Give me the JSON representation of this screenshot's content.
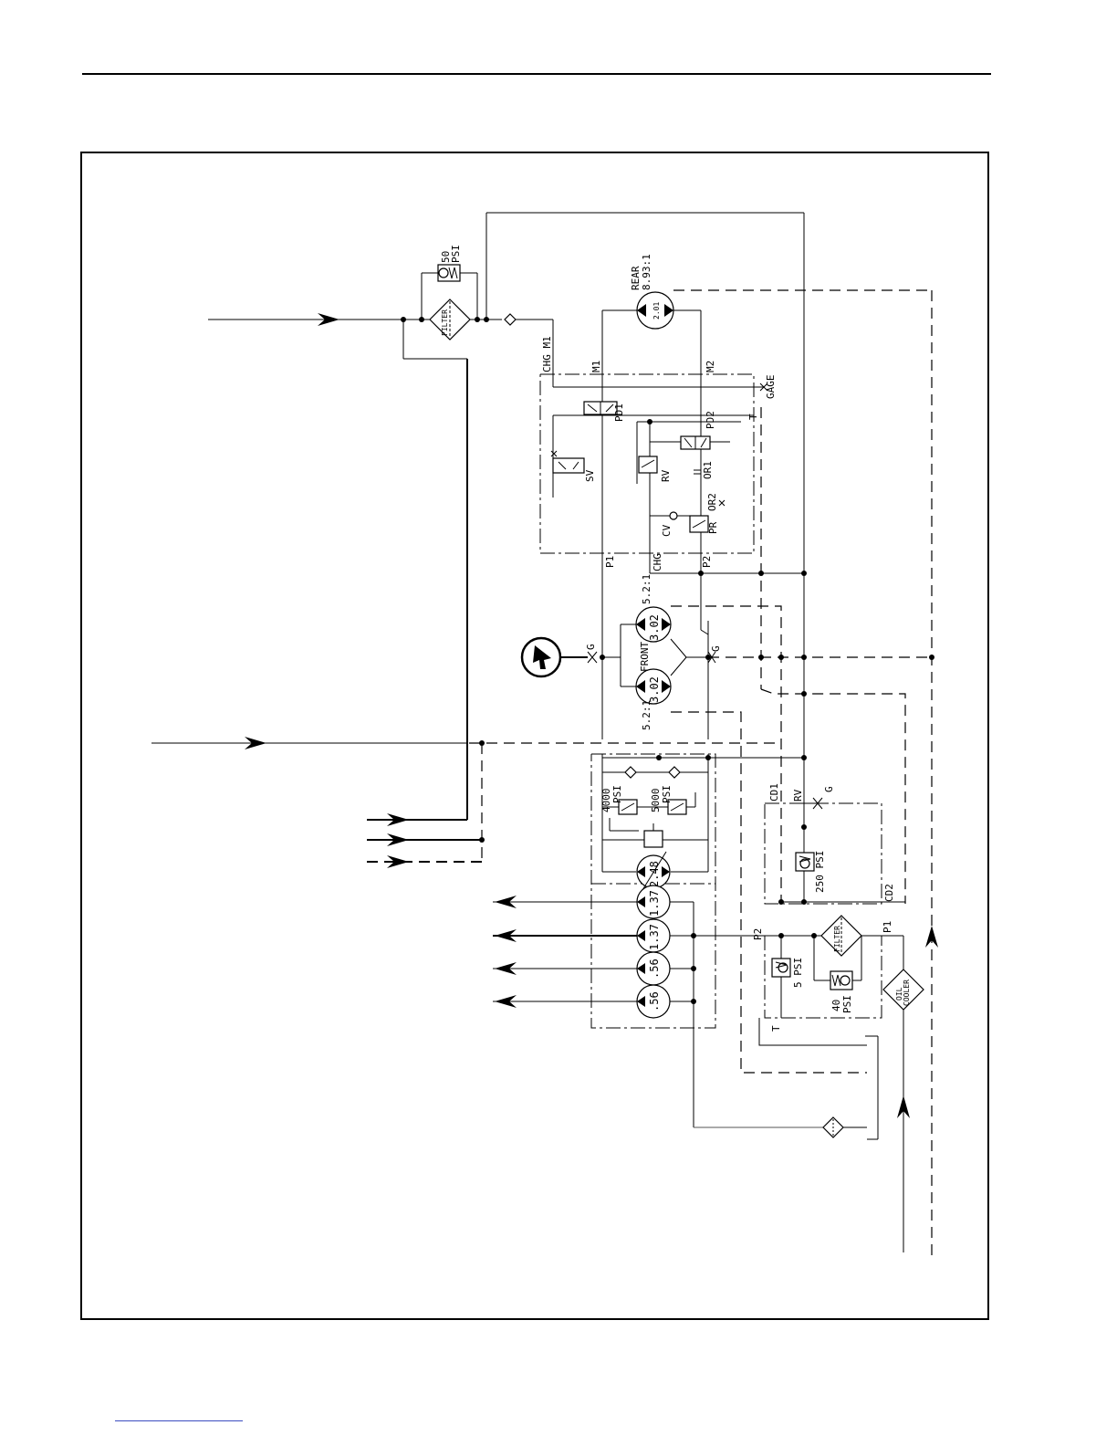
{
  "labels": {
    "psi50": "50",
    "psi50u": "PSI",
    "filter_top": "FILTER",
    "rear": "REAR",
    "rear_ratio": "8.93:1",
    "rear_disp": "2.01",
    "chg_m1": "CHG M1",
    "m1": "M1",
    "m2": "M2",
    "gage": "GAGE",
    "t_top": "T",
    "pd1": "PD1",
    "pd2": "PD2",
    "sv": "SV",
    "rv": "RV",
    "or1": "OR1",
    "or2": "OR2",
    "cv": "CV",
    "pr": "PR",
    "p1_upper": "P1",
    "chg": "CHG",
    "p2_upper": "P2",
    "front_ratio_top": "5.2:1",
    "front_ratio_bottom": "5.2:1",
    "front_disp_top": "3.02",
    "front_disp_bottom": "3.02",
    "front": "FRONT",
    "g_left": "G",
    "g_right": "G",
    "psi4000": "4000",
    "psi4000u": "PSI",
    "psi5000": "5000",
    "psi5000u": "PSI",
    "pump_248": "2.48",
    "pump_137a": "1.37",
    "pump_137b": "1.37",
    "pump_56a": ".56",
    "pump_56b": ".56",
    "cd1": "CD1",
    "rv_right": "RV",
    "g_cd": "G",
    "psi250": "250 PSI",
    "cd2": "CD2",
    "p2_lower": "P2",
    "p1_lower": "P1",
    "filter_lower": "FILTER",
    "psi5": "5 PSI",
    "psi40": "40",
    "psi40u": "PSI",
    "t_lower": "T",
    "oil_cooler_a": "OIL",
    "oil_cooler_b": "COOLER"
  }
}
